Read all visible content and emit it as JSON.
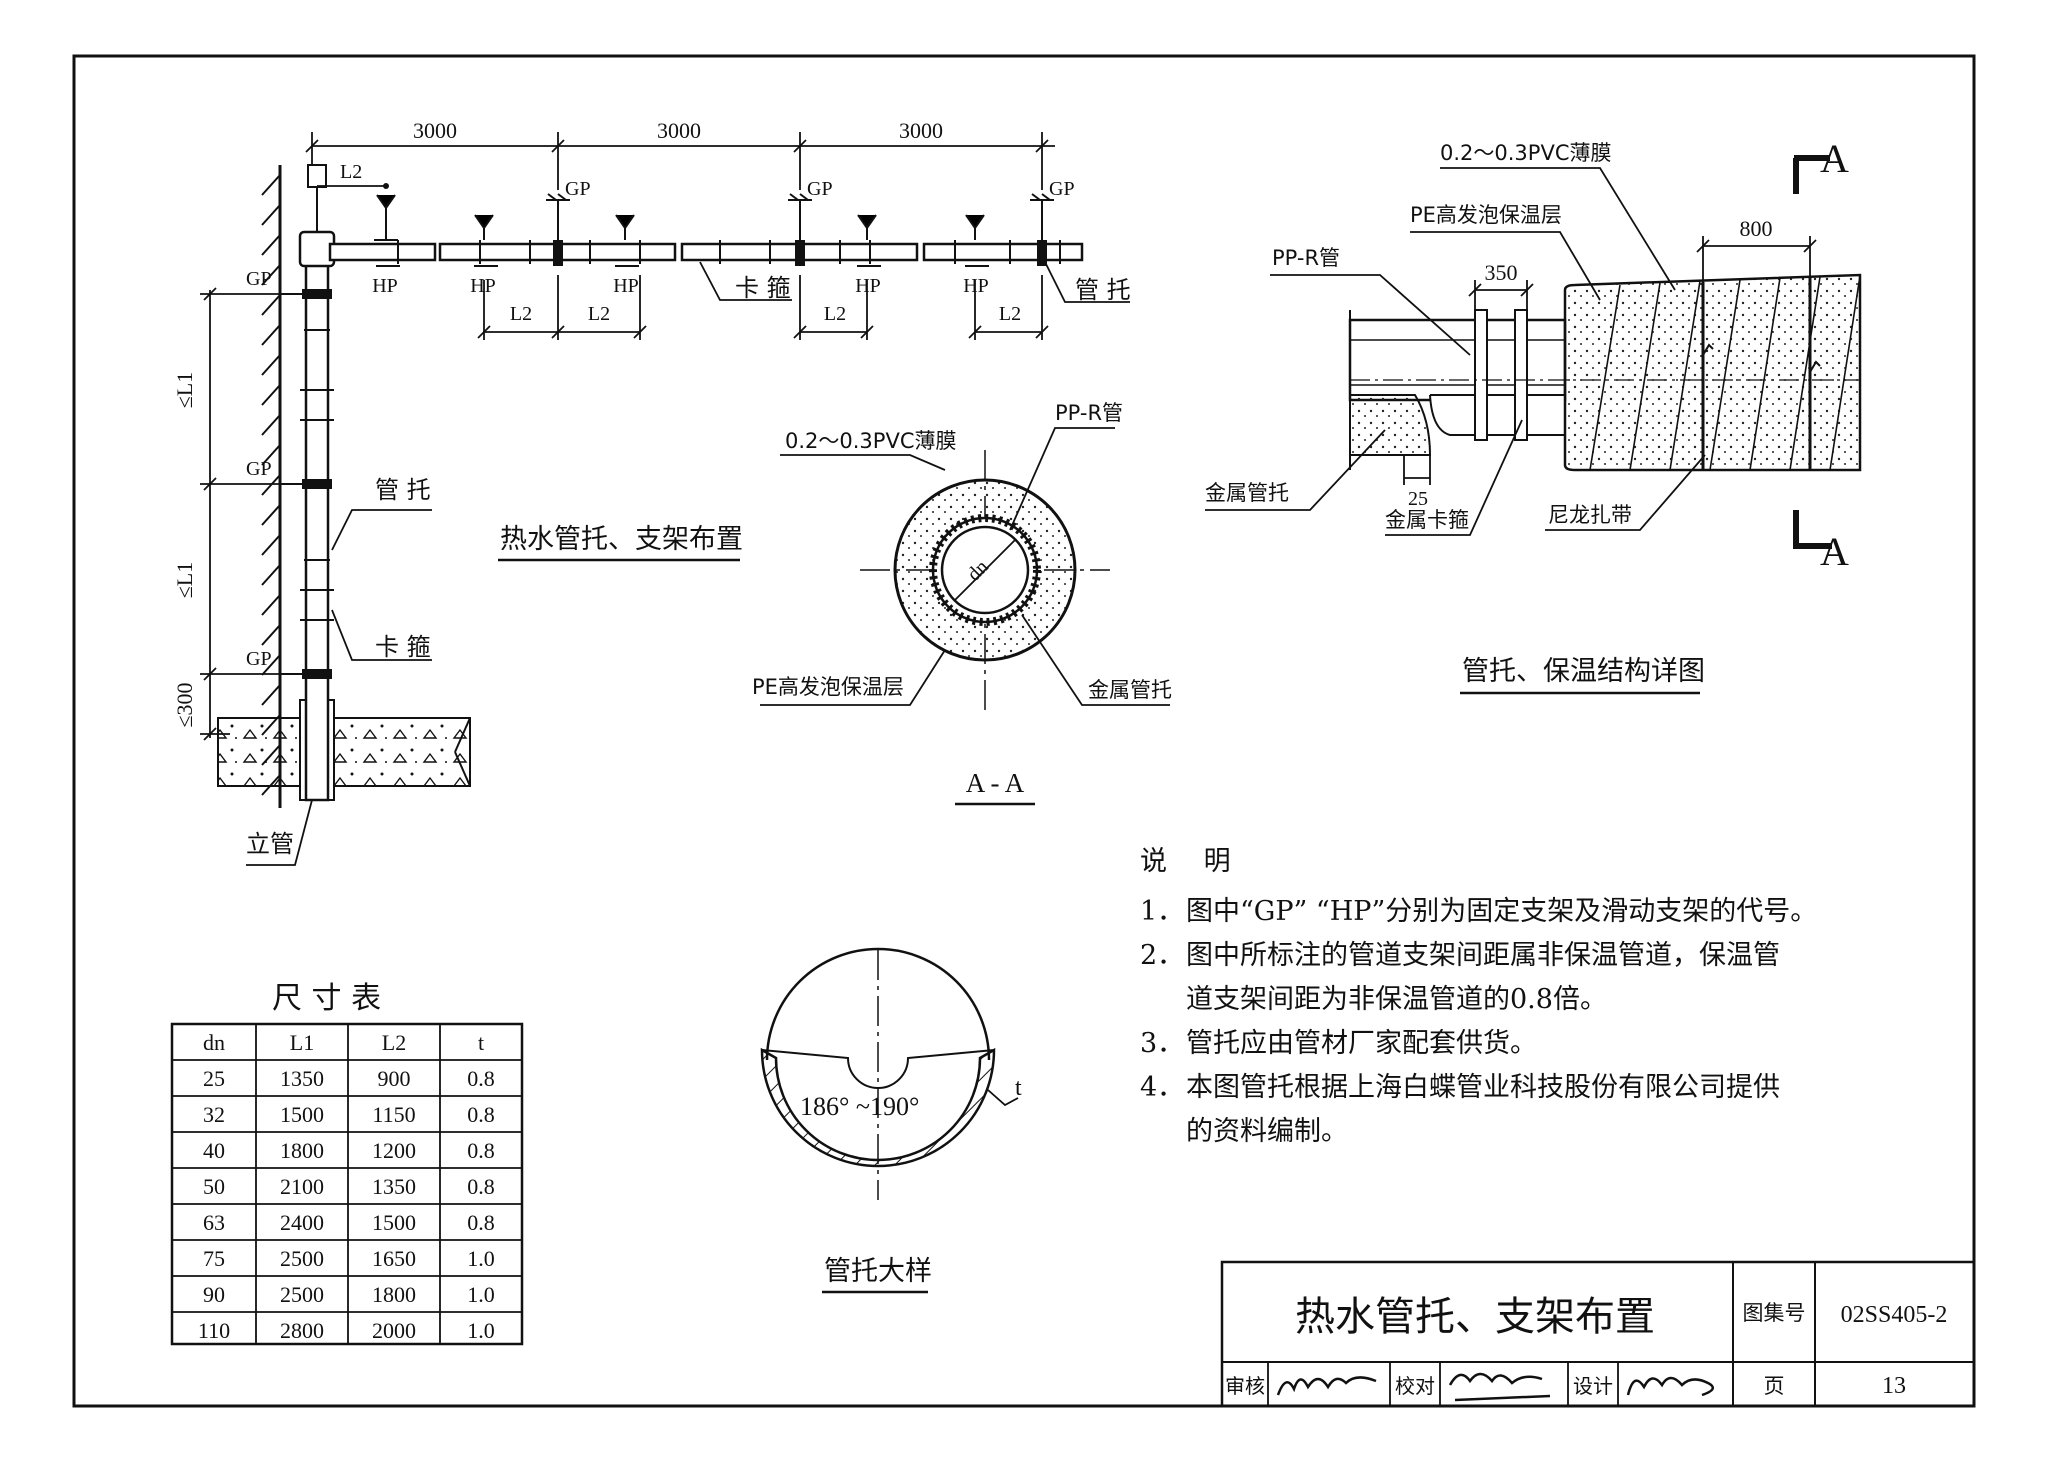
{
  "layout_plan": {
    "dims": [
      "3000",
      "3000",
      "3000"
    ],
    "labels": {
      "gp": "GP",
      "hp": "HP",
      "l1": "≤L1",
      "l2": "L2",
      "l300": "≤300",
      "clamp": "卡 箍",
      "saddle": "管 托",
      "riser": "立管"
    },
    "title": "热水管托、支架布置"
  },
  "section_aa": {
    "film": "0.2～0.3PVC薄膜",
    "pipe": "PP-R管",
    "foam": "PE高发泡保温层",
    "saddle": "金属管托",
    "dn": "dn",
    "title": "A - A"
  },
  "detail": {
    "film": "0.2～0.3PVC薄膜",
    "foam": "PE高发泡保温层",
    "pipe": "PP-R管",
    "dim_350": "350",
    "dim_800": "800",
    "dim_25": "25",
    "saddle": "金属管托",
    "clamp": "金属卡箍",
    "strap": "尼龙扎带",
    "mark_a": "A",
    "title": "管托、保温结构详图"
  },
  "saddle_detail": {
    "angle": "186° ~190°",
    "t": "t",
    "title": "管托大样"
  },
  "size_table": {
    "title": "尺 寸 表",
    "headers": [
      "dn",
      "L1",
      "L2",
      "t"
    ],
    "rows": [
      [
        "25",
        "1350",
        "900",
        "0.8"
      ],
      [
        "32",
        "1500",
        "1150",
        "0.8"
      ],
      [
        "40",
        "1800",
        "1200",
        "0.8"
      ],
      [
        "50",
        "2100",
        "1350",
        "0.8"
      ],
      [
        "63",
        "2400",
        "1500",
        "0.8"
      ],
      [
        "75",
        "2500",
        "1650",
        "1.0"
      ],
      [
        "90",
        "2500",
        "1800",
        "1.0"
      ],
      [
        "110",
        "2800",
        "2000",
        "1.0"
      ]
    ]
  },
  "notes": {
    "heading": "说 明",
    "items": [
      {
        "num": "1．",
        "text": "图中“GP” “HP”分别为固定支架及滑动支架的代号。"
      },
      {
        "num": "2．",
        "text": "图中所标注的管道支架间距属非保温管道，保温管道支架间距为非保温管道的0.8倍。"
      },
      {
        "num": "3．",
        "text": "管托应由管材厂家配套供货。"
      },
      {
        "num": "4．",
        "text": "本图管托根据上海白蝶管业科技股份有限公司提供的资料编制。"
      }
    ]
  },
  "title_block": {
    "title": "热水管托、支架布置",
    "atlas_label": "图集号",
    "atlas_no": "02SS405-2",
    "review": "审核",
    "check": "校对",
    "design": "设计",
    "page_label": "页",
    "page_no": "13"
  }
}
